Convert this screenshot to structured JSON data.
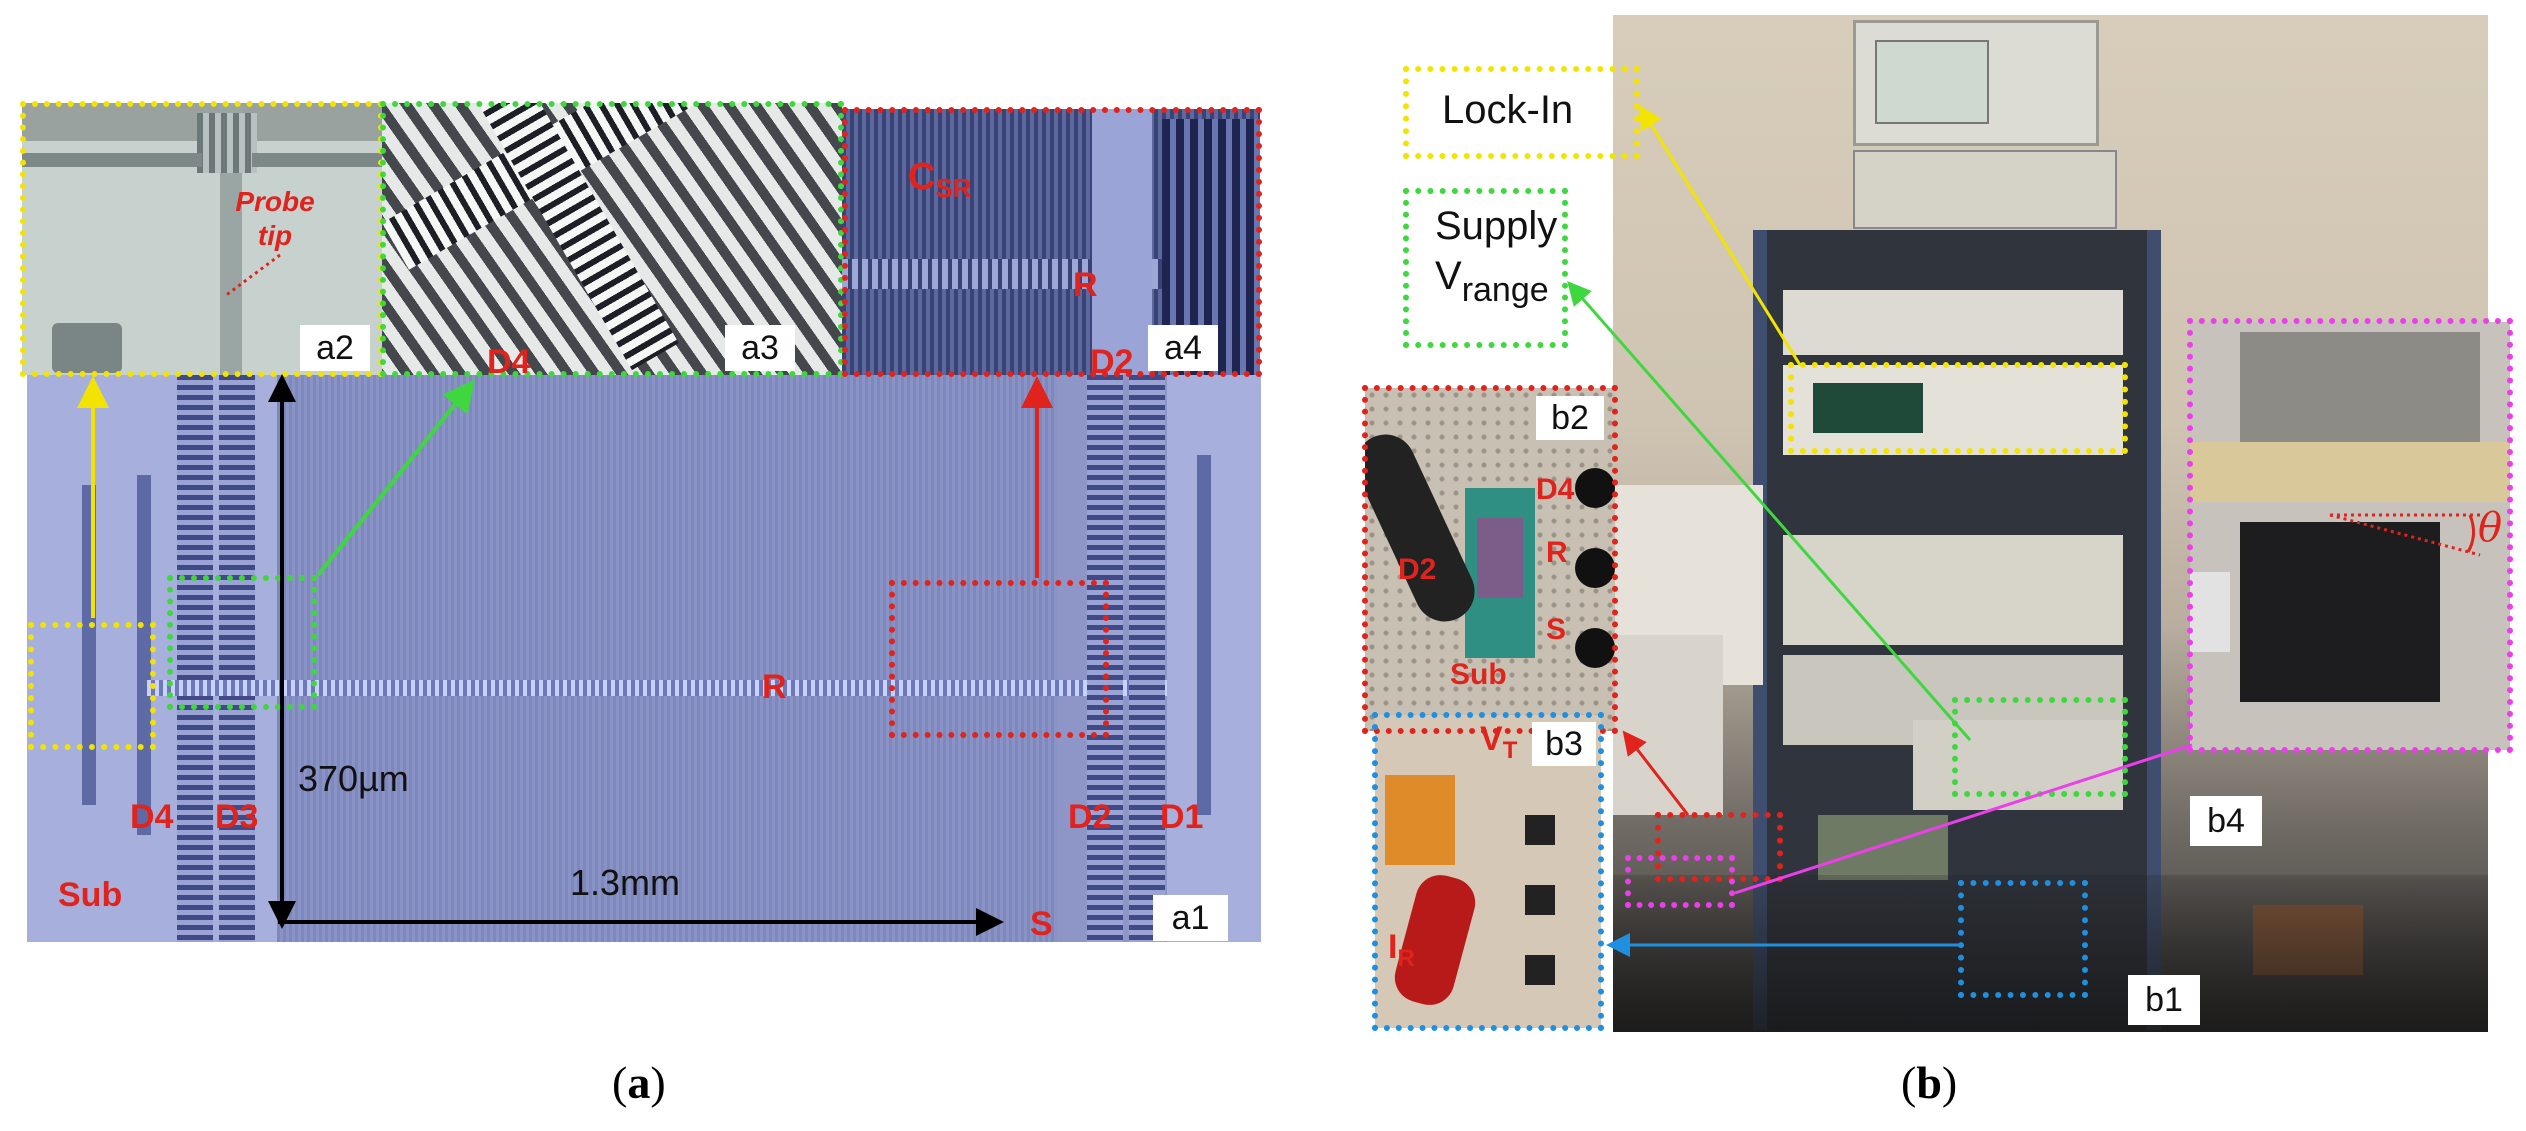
{
  "colors": {
    "yellow": "#f2e400",
    "green": "#3ed83e",
    "red": "#e0231c",
    "blue": "#1f8fe0",
    "magenta": "#ea3fea",
    "chip_bg": "#8f97c8",
    "label_red": "#e0231c"
  },
  "panel_a": {
    "caption_open": "(",
    "caption_letter": "a",
    "caption_close": ")",
    "insets": {
      "a1": "a1",
      "a2": "a2",
      "a3": "a3",
      "a4": "a4"
    },
    "probe_tip_line1": "Probe",
    "probe_tip_line2": "tip",
    "csr_main": "C",
    "csr_sub": "SR",
    "labels": {
      "d4_a3": "D4",
      "d2_a4": "D2",
      "r_a4": "R",
      "r_main": "R",
      "d4": "D4",
      "d3": "D3",
      "d2": "D2",
      "d1": "D1",
      "sub": "Sub",
      "s": "S"
    },
    "dim_vertical": "370µm",
    "dim_horizontal": "1.3mm"
  },
  "panel_b": {
    "caption_open": "(",
    "caption_letter": "b",
    "caption_close": ")",
    "lockin": "Lock-In",
    "supply_line1": "Supply",
    "vrange_main": "V",
    "vrange_sub": "range",
    "insets": {
      "b1": "b1",
      "b2": "b2",
      "b3": "b3",
      "b4": "b4"
    },
    "b2_labels": {
      "d4": "D4",
      "d2": "D2",
      "r": "R",
      "s": "S",
      "sub": "Sub"
    },
    "b3_labels": {
      "vt_main": "V",
      "vt_sub": "T",
      "ir_main": "I",
      "ir_sub": "R"
    },
    "theta": "θ"
  }
}
